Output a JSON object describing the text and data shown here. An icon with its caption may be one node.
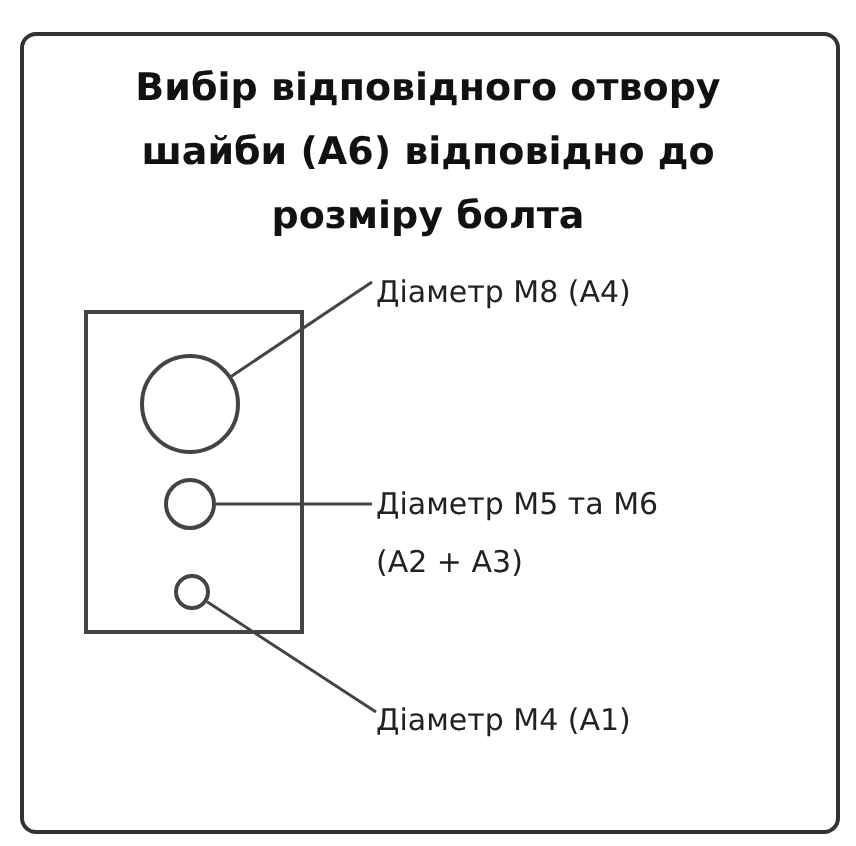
{
  "diagram": {
    "title": "Вибір відповідного отвору шайби (А6) відповідно до розміру болта",
    "nodes": [
      {
        "text": [],
        "shape": "box"
      },
      {
        "text": [],
        "shape": "circle",
        "in": 0
      },
      {
        "text": [],
        "shape": "circle",
        "in": 0
      },
      {
        "text": [],
        "shape": "circle",
        "in": 0
      },
      {
        "text": [
          "Діаметр M8 (A4)"
        ]
      },
      {
        "text": [
          "Діаметр M5 та M6 (A2 + A3)"
        ]
      },
      {
        "text": [
          "Діаметр M4 (A1)"
        ]
      }
    ],
    "edges": [
      {
        "from": 4,
        "to": 1,
        "arrow": "none"
      },
      {
        "from": 5,
        "to": 2,
        "arrow": "none"
      },
      {
        "from": 6,
        "to": 3,
        "arrow": "none"
      }
    ]
  }
}
